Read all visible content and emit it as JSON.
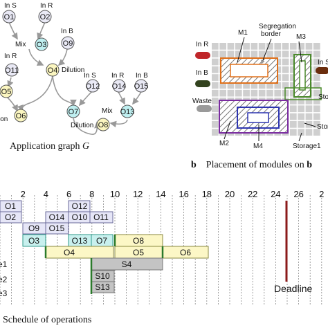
{
  "graph": {
    "caption_prefix": "Application graph ",
    "caption_symbol": "G",
    "inputs": [
      "In S",
      "In R",
      "In B",
      "In R",
      "In S",
      "In R",
      "In B"
    ],
    "nodes": [
      "O1",
      "O2",
      "O3",
      "O9",
      "O11",
      "O4",
      "O5",
      "O12",
      "O14",
      "O15",
      "O6",
      "O7",
      "O13",
      "O8"
    ],
    "labels": [
      "Mix",
      "Dilution",
      "Mix",
      "Dilution",
      "ion"
    ]
  },
  "placement": {
    "caption_b": "b",
    "caption_text": "Placement of modules on ",
    "caption_tail": "b",
    "ports": [
      "In R",
      "In B",
      "Waste",
      "In S"
    ],
    "annotations": [
      "Segregation",
      "border"
    ],
    "modules": [
      "M1",
      "M3",
      "M2",
      "M4",
      "Sto",
      "Stor",
      "Storage1"
    ]
  },
  "schedule": {
    "caption": "Schedule of operations",
    "ticks": [
      "2",
      "4",
      "6",
      "8",
      "10",
      "12",
      "14",
      "16",
      "18",
      "20",
      "22",
      "24",
      "26",
      "2"
    ],
    "row_labels": [
      "e1",
      "e2",
      "e3"
    ],
    "ops": [
      "O1",
      "O12",
      "O2",
      "O14",
      "O10",
      "O11",
      "O9",
      "O15",
      "O3",
      "O13",
      "O7",
      "O8",
      "O4",
      "O5",
      "O6",
      "S4",
      "S10",
      "S13"
    ],
    "deadline": "Deadline"
  }
}
